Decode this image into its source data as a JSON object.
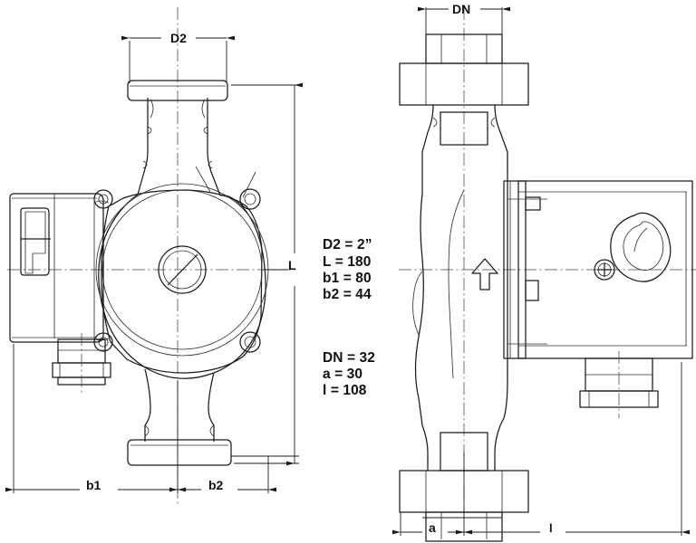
{
  "drawing": {
    "title": "Circulator pump dimensional drawing",
    "background_color": "#ffffff",
    "line_color": "#1a1a1a",
    "views": [
      {
        "name": "front-view",
        "description": "Front elevation of circulator pump showing motor housing, terminal box, upper and lower pipe flanges"
      },
      {
        "name": "side-view",
        "description": "Side elevation of circulator pump showing threaded union connections, motor body, flow arrow and emblem"
      }
    ]
  },
  "specs": {
    "group1": [
      {
        "key": "D2",
        "value": "2”",
        "text": "D2 = 2”"
      },
      {
        "key": "L",
        "value": "180",
        "text": "L = 180"
      },
      {
        "key": "b1",
        "value": "80",
        "text": "b1 = 80"
      },
      {
        "key": "b2",
        "value": "44",
        "text": "b2 = 44"
      }
    ],
    "group2": [
      {
        "key": "DN",
        "value": "32",
        "text": "DN = 32"
      },
      {
        "key": "a",
        "value": "30",
        "text": "a = 30"
      },
      {
        "key": "l",
        "value": "108",
        "text": "l = 108"
      }
    ],
    "group1_text": "D2 = 2”\nL = 180\nb1 = 80\nb2 = 44",
    "group2_text": "DN = 32\na = 30\nl = 108"
  },
  "dimensions": {
    "d2": {
      "label": "D2",
      "view": "front-view",
      "orientation": "horizontal",
      "position": "top"
    },
    "l": {
      "label": "L",
      "view": "front-view",
      "orientation": "vertical",
      "position": "right"
    },
    "b1": {
      "label": "b1",
      "view": "front-view",
      "orientation": "horizontal",
      "position": "bottom-left"
    },
    "b2": {
      "label": "b2",
      "view": "front-view",
      "orientation": "horizontal",
      "position": "bottom-right"
    },
    "dn": {
      "label": "DN",
      "view": "side-view",
      "orientation": "horizontal",
      "position": "top"
    },
    "a": {
      "label": "a",
      "view": "side-view",
      "orientation": "horizontal",
      "position": "bottom-left"
    },
    "li": {
      "label": "l",
      "view": "side-view",
      "orientation": "horizontal",
      "position": "bottom-right"
    }
  },
  "features": {
    "flow_arrow": "flow-direction-arrow",
    "emblem": "teardrop-emblem",
    "screw": "cross-head-screw",
    "cable_gland": "cable-gland",
    "terminal_box": "terminal-box",
    "center_plug": "center-slotted-plug"
  },
  "watermark": {
    "text": ""
  }
}
